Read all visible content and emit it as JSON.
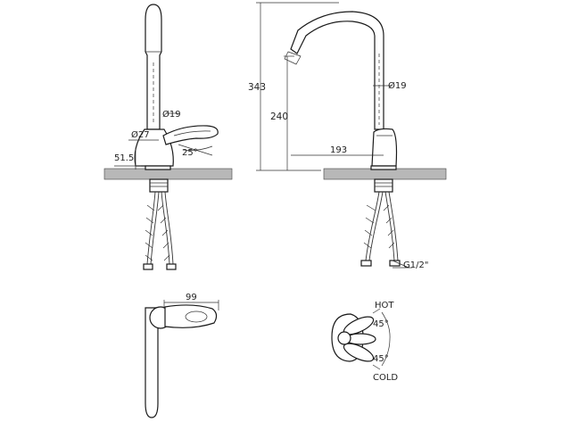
{
  "labels": {
    "side_pipe_dia": "Ø19",
    "side_body_dia": "Ø27",
    "side_height": "51.5",
    "side_angle": "25°",
    "front_total_height": "343",
    "front_spout_height": "240",
    "front_pipe_dia": "Ø19",
    "front_reach": "193",
    "front_thread": "G1/2\"",
    "top_lever_length": "99",
    "rot_hot": "HOT",
    "rot_hot_angle": "45°",
    "rot_cold_angle": "45°",
    "rot_cold": "COLD"
  }
}
